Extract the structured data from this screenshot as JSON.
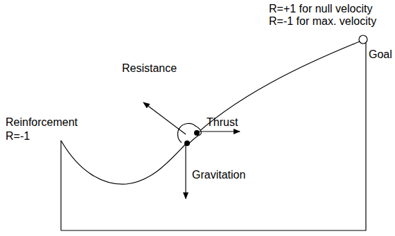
{
  "diagram": {
    "labels": [
      "R=+1 for null velocity",
      "R=-1 for max. velocity",
      "Goal",
      "Resistance",
      "Thrust",
      "Gravitation",
      "Reinforcement",
      "R=-1"
    ]
  }
}
